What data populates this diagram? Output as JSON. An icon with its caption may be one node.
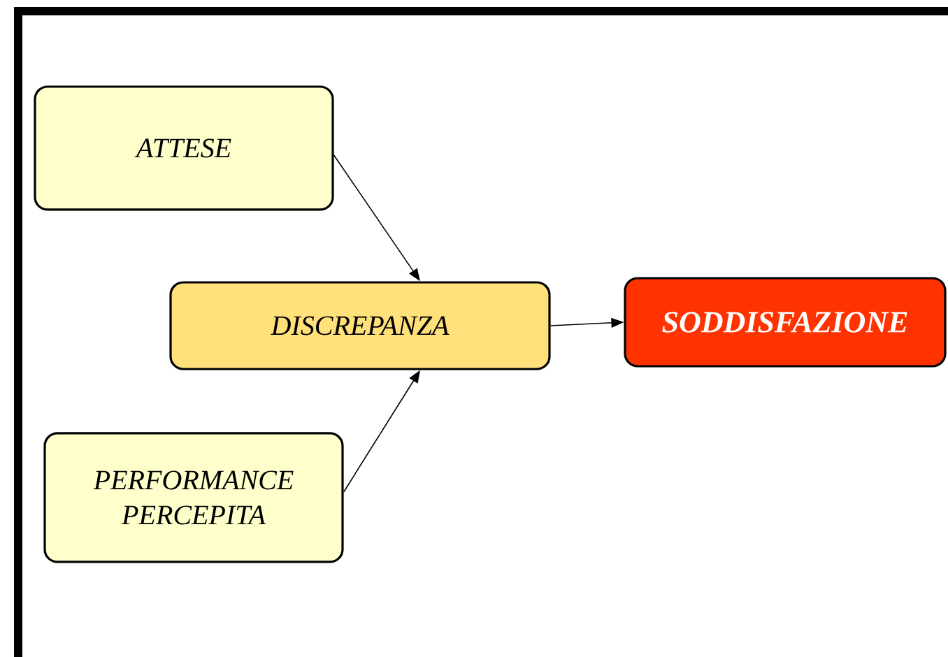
{
  "diagram": {
    "nodes": [
      {
        "text": [
          "ATTESE"
        ]
      },
      {
        "text": [
          "DISCREPANZA"
        ]
      },
      {
        "text": [
          "SODDISFAZIONE"
        ]
      },
      {
        "text": [
          "PERFORMANCE PERCEPITA"
        ]
      }
    ],
    "edges": [
      {
        "from": 0,
        "to": 1,
        "arrow": "to"
      },
      {
        "from": 3,
        "to": 1,
        "arrow": "to"
      },
      {
        "from": 1,
        "to": 2,
        "arrow": "to"
      }
    ]
  }
}
